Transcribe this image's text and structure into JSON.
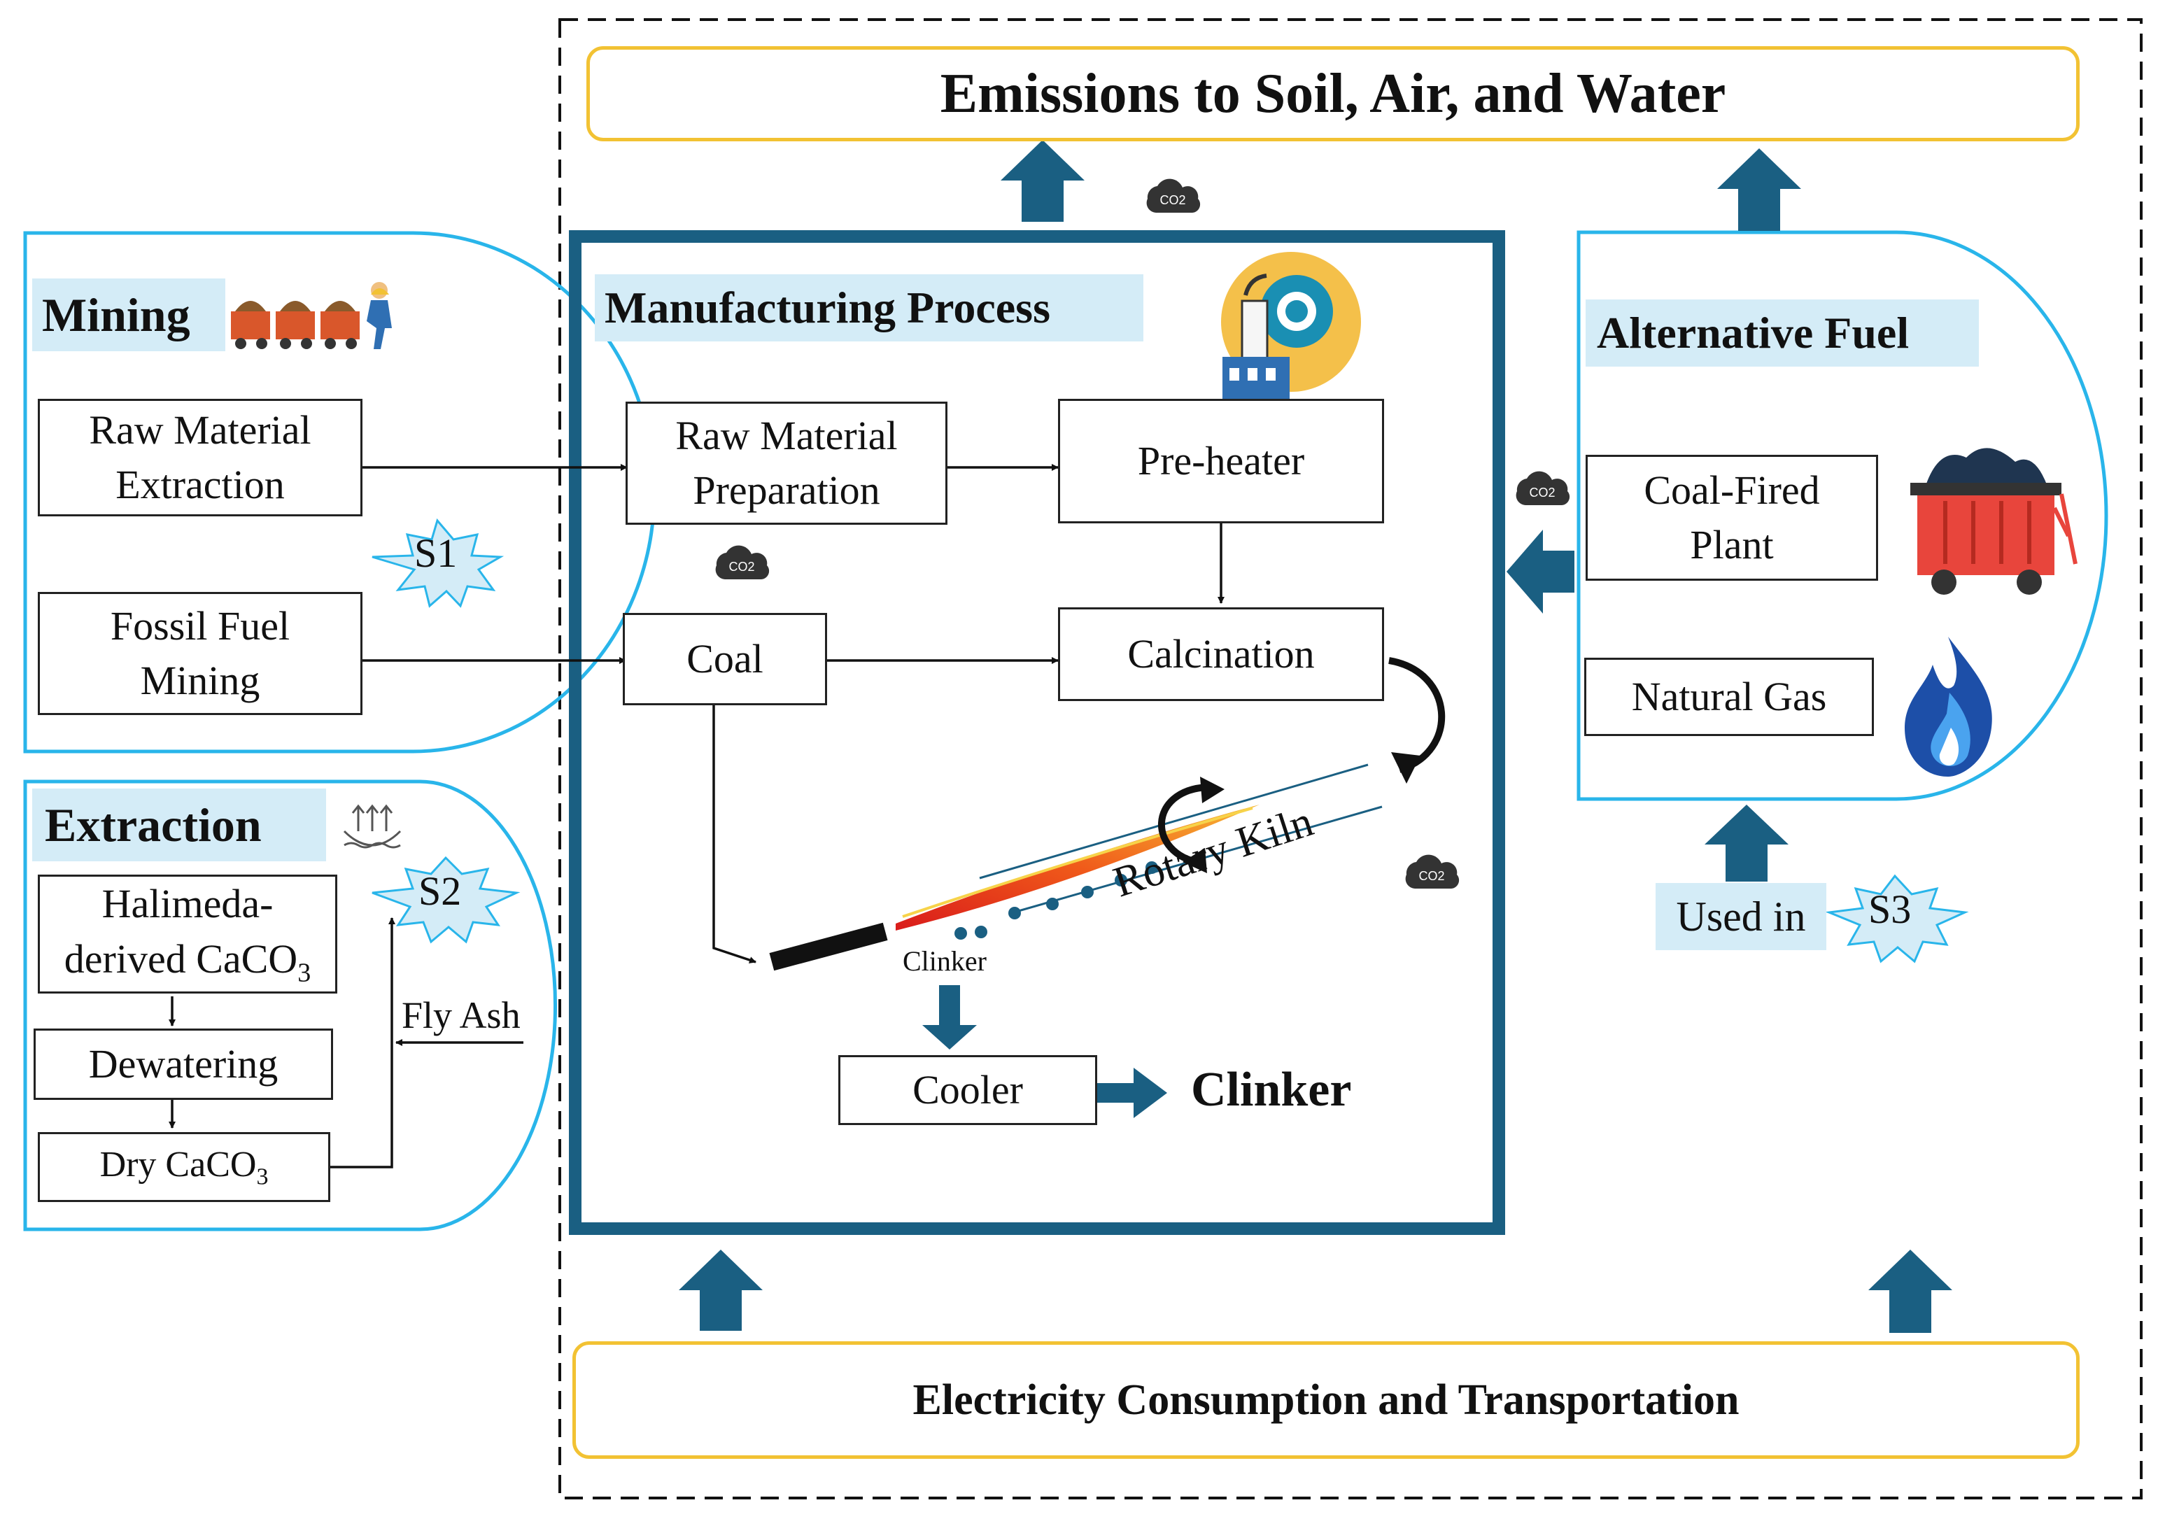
{
  "emissions": {
    "title": "Emissions to Soil, Air, and Water"
  },
  "electricity": {
    "title": "Electricity Consumption and Transportation"
  },
  "mining": {
    "title": "Mining",
    "raw_material_extraction": "Raw Material Extraction",
    "fossil_fuel_mining": "Fossil Fuel Mining",
    "scenario": "S1"
  },
  "extraction": {
    "title": "Extraction",
    "halimeda": "Halimeda-derived CaCO",
    "halimeda_sub": "3",
    "dewatering": "Dewatering",
    "dry": "Dry CaCO",
    "dry_sub": "3",
    "fly_ash": "Fly Ash",
    "scenario": "S2"
  },
  "manufacturing": {
    "title": "Manufacturing Process",
    "raw_material_preparation": "Raw Material Preparation",
    "pre_heater": "Pre-heater",
    "coal": "Coal",
    "calcination": "Calcination",
    "rotary_kiln": "Rotary Kiln",
    "clinker_small": "Clinker",
    "cooler": "Cooler",
    "clinker_output": "Clinker"
  },
  "alternative_fuel": {
    "title": "Alternative Fuel",
    "coal_fired_plant": "Coal-Fired Plant",
    "natural_gas": "Natural Gas",
    "used_in": "Used in",
    "scenario": "S3"
  },
  "co2_label": "CO2",
  "colors": {
    "primary_blue": "#1a5f82",
    "section_border": "#29b5ea",
    "banner_border": "#f2c233",
    "header_fill": "#d4ecf7"
  }
}
